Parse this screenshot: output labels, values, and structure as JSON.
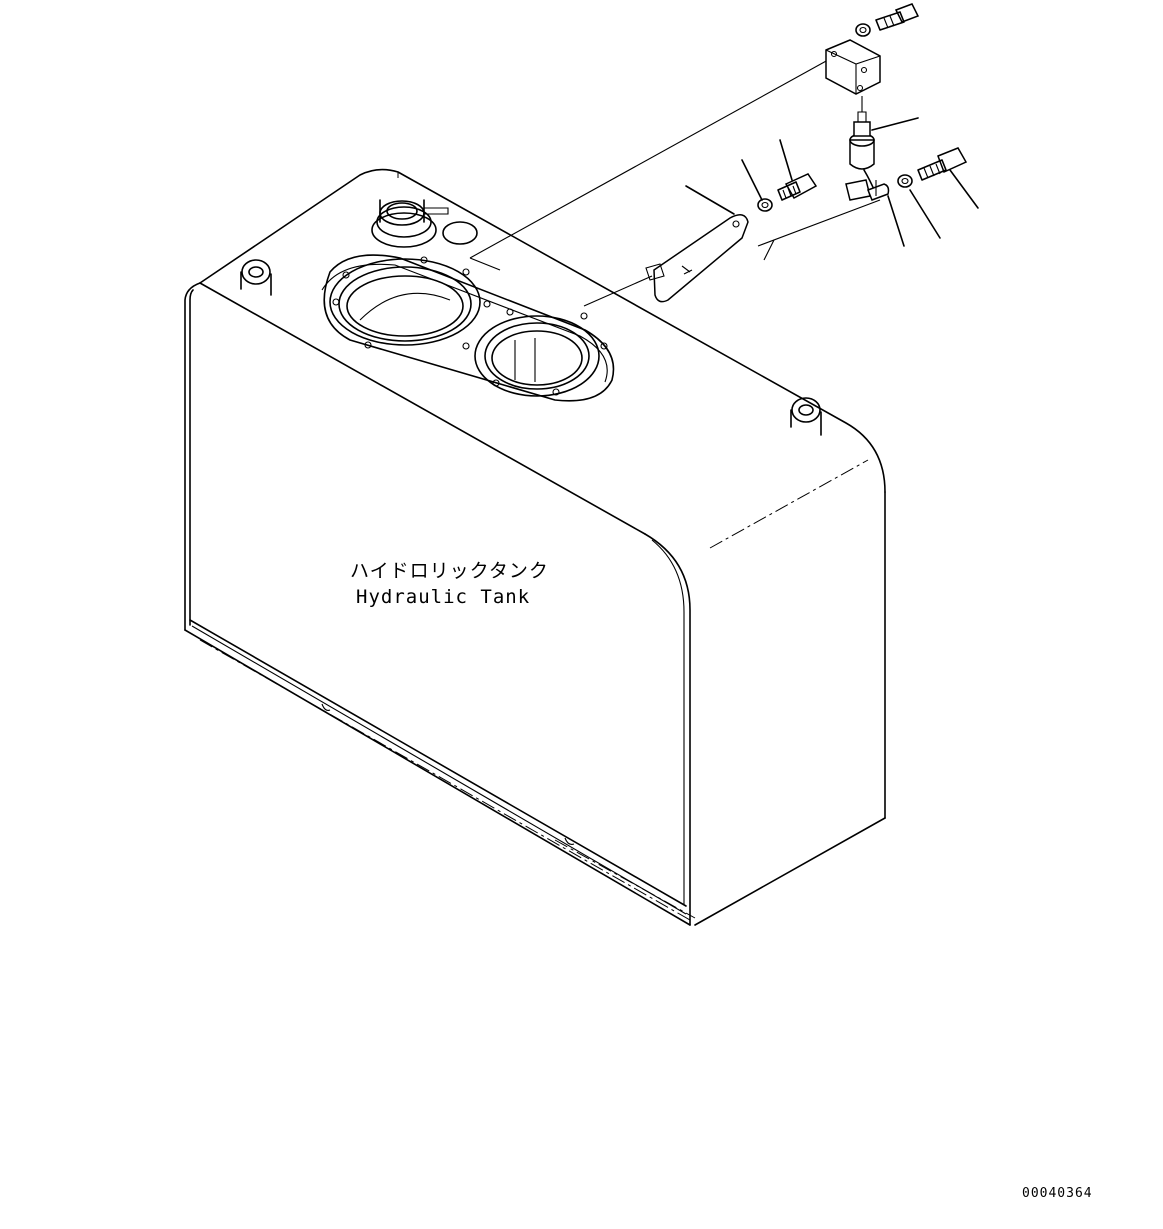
{
  "diagram": {
    "label_ja": "ハイドロリックタンク",
    "label_en": "Hydraulic Tank",
    "drawing_code": "00040364"
  }
}
